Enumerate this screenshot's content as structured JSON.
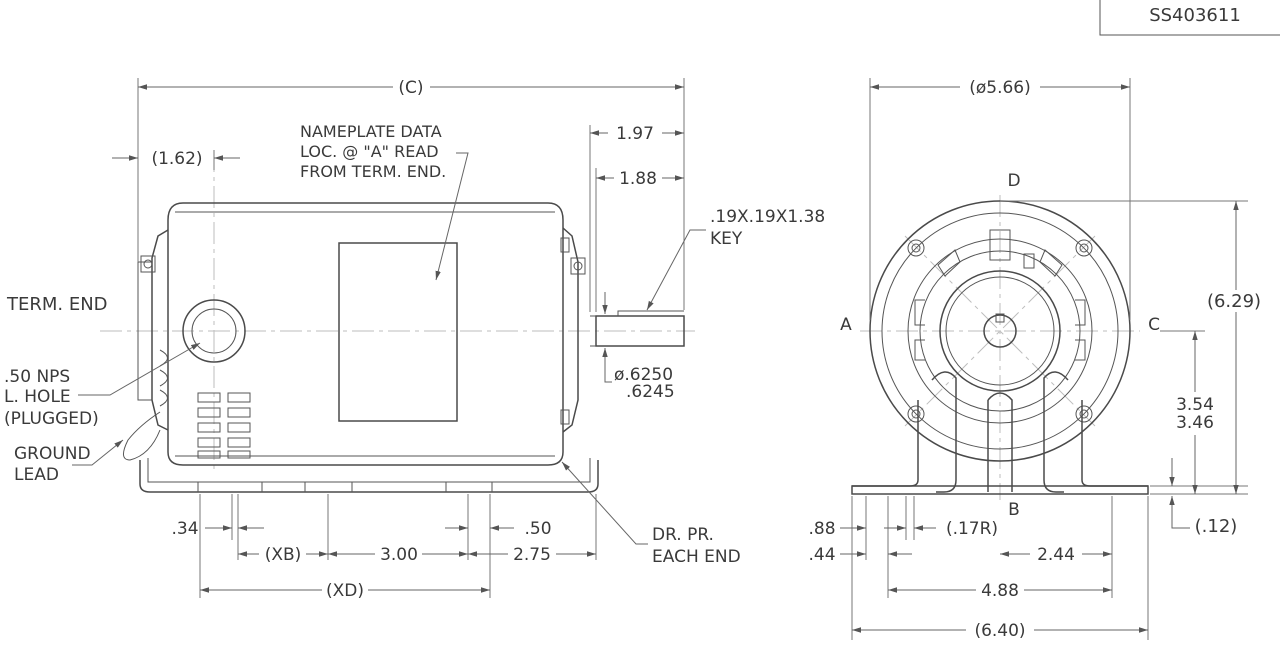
{
  "drawing_number": "SS403611",
  "side_view": {
    "overall_length": "(C)",
    "base_to_term": "(1.62)",
    "shaft_length_1": "1.97",
    "shaft_length_2": "1.88",
    "nameplate_note": [
      "NAMEPLATE DATA",
      "LOC. @ \"A\" READ",
      "FROM TERM. END."
    ],
    "key_note": [
      ".19X.19X1.38",
      "KEY"
    ],
    "shaft_dia_1": "ø.6250",
    "shaft_dia_2": ".6245",
    "term_end": "TERM. END",
    "conduit_note": [
      ".50 NPS",
      "L. HOLE",
      "(PLUGGED)"
    ],
    "ground_note": [
      "GROUND",
      "LEAD"
    ],
    "dim_034": ".34",
    "dim_050": ".50",
    "dim_xb": "(XB)",
    "dim_300": "3.00",
    "dim_275": "2.75",
    "dim_xd": "(XD)",
    "drpr_note": [
      "DR. PR.",
      "EACH END"
    ]
  },
  "end_view": {
    "frame_dia": "(ø5.66)",
    "label_a": "A",
    "label_b": "B",
    "label_c": "C",
    "label_d": "D",
    "overall_height": "(6.29)",
    "shaft_height_1": "3.54",
    "shaft_height_2": "3.46",
    "base_thick": "(.12)",
    "dim_088": ".88",
    "dim_044": ".44",
    "slot_radius": "(.17R)",
    "dim_244": "2.44",
    "dim_488": "4.88",
    "dim_640": "(6.40)"
  }
}
